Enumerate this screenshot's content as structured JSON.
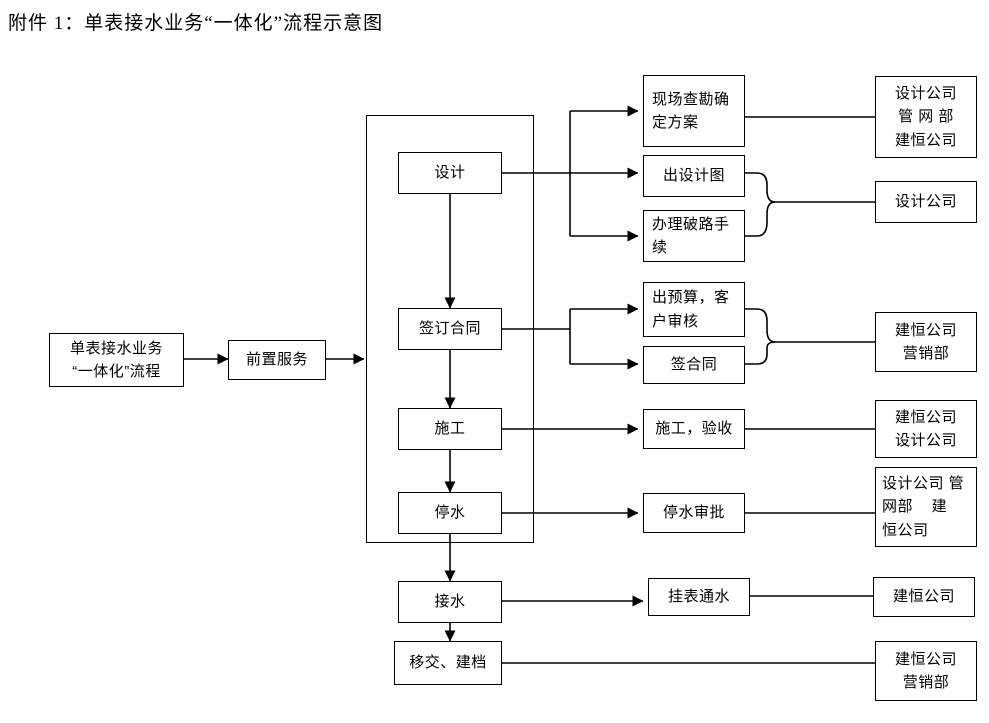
{
  "title": "附件 1：单表接水业务“一体化”流程示意图",
  "diagram": {
    "type": "flowchart",
    "orientation": "left-to-right",
    "stages": [
      "起始",
      "前置",
      "主流程",
      "子任务",
      "责任单位"
    ],
    "nodes": {
      "start": {
        "lines": [
          "单表接水业务",
          "“一体化”流程"
        ]
      },
      "pre_service": {
        "lines": [
          "前置服务"
        ]
      },
      "design": {
        "lines": [
          "设计"
        ]
      },
      "sign_contract": {
        "lines": [
          "签订合同"
        ]
      },
      "construction": {
        "lines": [
          "施工"
        ]
      },
      "water_stop": {
        "lines": [
          "停水"
        ]
      },
      "water_connect": {
        "lines": [
          "接水"
        ]
      },
      "handover": {
        "lines": [
          "移交、建档"
        ]
      },
      "survey_plan": {
        "lines": [
          "现场查勘确",
          "定方案"
        ]
      },
      "design_drawing": {
        "lines": [
          "出设计图"
        ]
      },
      "road_permit": {
        "lines": [
          "办理破路手",
          "续"
        ]
      },
      "budget_review": {
        "lines": [
          "出预算，客",
          "户审核"
        ]
      },
      "sign": {
        "lines": [
          "签合同"
        ]
      },
      "build_accept": {
        "lines": [
          "施工，验收"
        ]
      },
      "stop_approval": {
        "lines": [
          "停水审批"
        ]
      },
      "meter_water": {
        "lines": [
          "挂表通水"
        ]
      },
      "owner_design_pipe_jianheng": {
        "lines": [
          "设计公司",
          "管 网 部",
          "建恒公司"
        ]
      },
      "owner_design": {
        "lines": [
          "设计公司"
        ]
      },
      "owner_jianheng_marketing_1": {
        "lines": [
          "建恒公司",
          "营销部"
        ]
      },
      "owner_jianheng_design": {
        "lines": [
          "建恒公司",
          "设计公司"
        ]
      },
      "owner_design_pipe_jianheng_2": {
        "lines": [
          "设计公司 管",
          "网部    建",
          "恒公司"
        ]
      },
      "owner_jianheng": {
        "lines": [
          "建恒公司"
        ]
      },
      "owner_jianheng_marketing_2": {
        "lines": [
          "建恒公司",
          "营销部"
        ]
      }
    },
    "edges": [
      {
        "from": "start",
        "to": "pre_service",
        "arrow": true
      },
      {
        "from": "pre_service",
        "to": "main_group",
        "arrow": true
      },
      {
        "from": "design",
        "to": "sign_contract",
        "arrow": true
      },
      {
        "from": "sign_contract",
        "to": "construction",
        "arrow": true
      },
      {
        "from": "construction",
        "to": "water_stop",
        "arrow": true
      },
      {
        "from": "water_stop",
        "to": "water_connect",
        "arrow": true
      },
      {
        "from": "water_connect",
        "to": "handover",
        "arrow": true
      },
      {
        "from": "design",
        "to": "survey_plan",
        "arrow": true
      },
      {
        "from": "design",
        "to": "design_drawing",
        "arrow": true
      },
      {
        "from": "design",
        "to": "road_permit",
        "arrow": true
      },
      {
        "from": "sign_contract",
        "to": "budget_review",
        "arrow": true
      },
      {
        "from": "sign_contract",
        "to": "sign",
        "arrow": true
      },
      {
        "from": "construction",
        "to": "build_accept",
        "arrow": true
      },
      {
        "from": "water_stop",
        "to": "stop_approval",
        "arrow": true
      },
      {
        "from": "water_connect",
        "to": "meter_water",
        "arrow": true
      },
      {
        "from": "survey_plan",
        "to": "owner_design_pipe_jianheng",
        "arrow": false
      },
      {
        "from": "design_drawing",
        "to": "owner_design",
        "arrow": false
      },
      {
        "from": "road_permit",
        "to": "owner_design",
        "arrow": false
      },
      {
        "from": "budget_review",
        "to": "owner_jianheng_marketing_1",
        "arrow": false
      },
      {
        "from": "sign",
        "to": "owner_jianheng_marketing_1",
        "arrow": false
      },
      {
        "from": "build_accept",
        "to": "owner_jianheng_design",
        "arrow": false
      },
      {
        "from": "stop_approval",
        "to": "owner_design_pipe_jianheng_2",
        "arrow": false
      },
      {
        "from": "meter_water",
        "to": "owner_jianheng",
        "arrow": false
      },
      {
        "from": "handover",
        "to": "owner_jianheng_marketing_2",
        "arrow": false
      }
    ],
    "colors": {
      "stroke": "#000000",
      "fill": "#ffffff",
      "text": "#000000"
    }
  }
}
